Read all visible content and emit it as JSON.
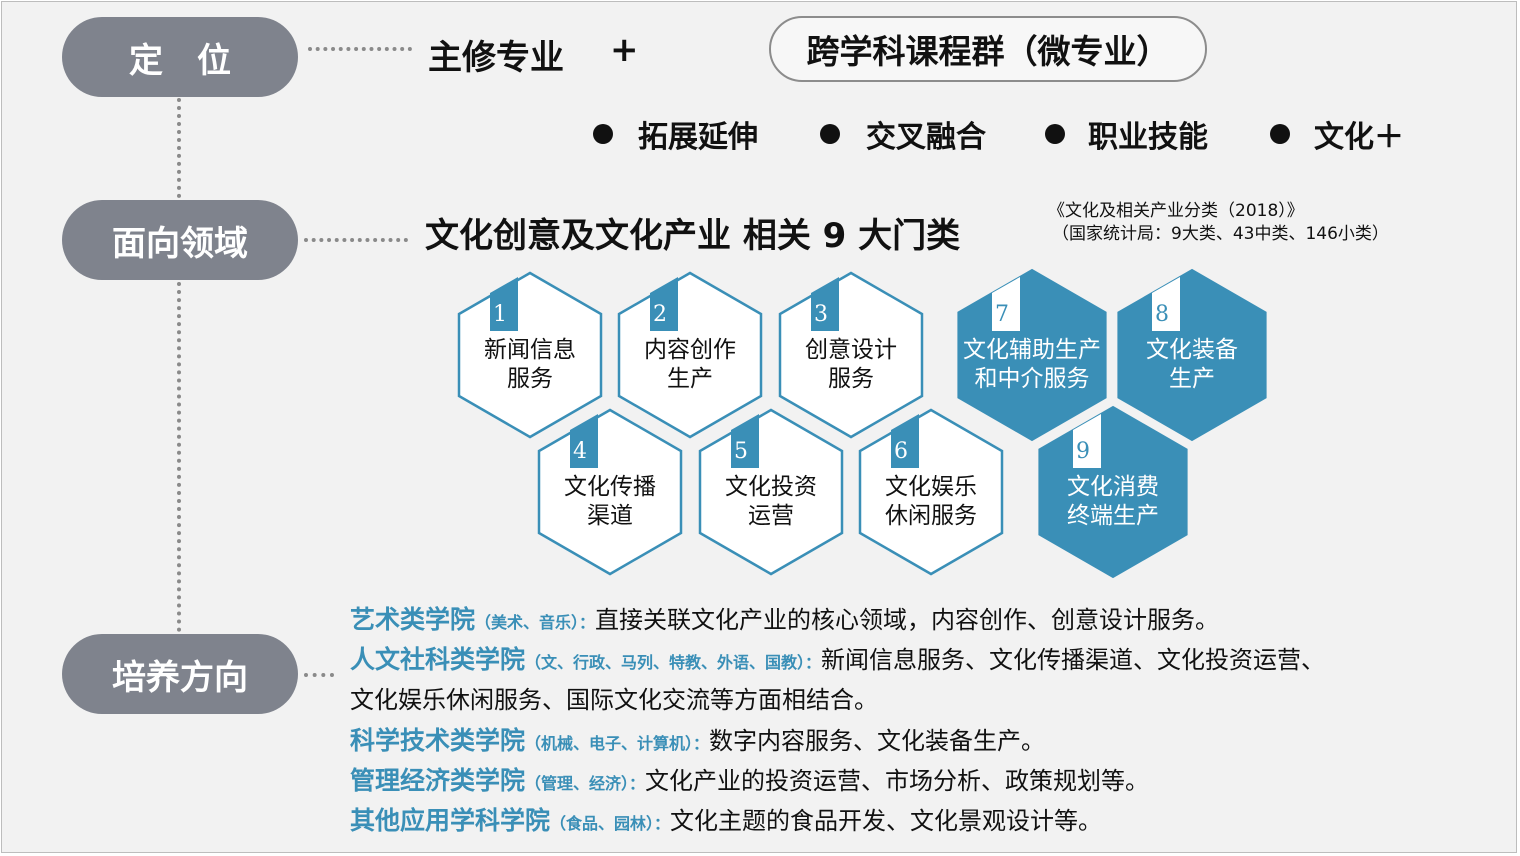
{
  "nodes": {
    "positioning": "定　位",
    "fields": "面向领域",
    "training": "培养方向"
  },
  "positioning": {
    "major": "主修专业",
    "plus": "+",
    "course_group": "跨学科课程群（微专业）",
    "features": [
      "拓展延伸",
      "交叉融合",
      "职业技能",
      "文化＋"
    ]
  },
  "fields": {
    "headline": "文化创意及文化产业 相关 9 大门类",
    "source_line1": "《文化及相关产业分类（2018）》",
    "source_line2": "（国家统计局：9大类、43中类、146小类）",
    "categories": [
      {
        "num": "1",
        "line1": "新闻信息",
        "line2": "服务",
        "style": "outline"
      },
      {
        "num": "2",
        "line1": "内容创作",
        "line2": "生产",
        "style": "outline"
      },
      {
        "num": "3",
        "line1": "创意设计",
        "line2": "服务",
        "style": "outline"
      },
      {
        "num": "4",
        "line1": "文化传播",
        "line2": "渠道",
        "style": "outline"
      },
      {
        "num": "5",
        "line1": "文化投资",
        "line2": "运营",
        "style": "outline"
      },
      {
        "num": "6",
        "line1": "文化娱乐",
        "line2": "休闲服务",
        "style": "outline"
      },
      {
        "num": "7",
        "line1": "文化辅助生产",
        "line2": "和中介服务",
        "style": "filled"
      },
      {
        "num": "8",
        "line1": "文化装备",
        "line2": "生产",
        "style": "filled"
      },
      {
        "num": "9",
        "line1": "文化消费",
        "line2": "终端生产",
        "style": "filled"
      }
    ]
  },
  "training": {
    "items": [
      {
        "college": "艺术类学院",
        "sub": "（美术、音乐）：",
        "text": "直接关联文化产业的核心领域，内容创作、创意设计服务。"
      },
      {
        "college": "人文社科类学院",
        "sub": "（文、行政、马列、特教、外语、国教）：",
        "text": "新闻信息服务、文化传播渠道、文化投资运营、",
        "continuation": "文化娱乐休闲服务、国际文化交流等方面相结合。"
      },
      {
        "college": "科学技术类学院",
        "sub": "（机械、电子、计算机）：",
        "text": "数字内容服务、文化装备生产。"
      },
      {
        "college": "管理经济类学院",
        "sub": "（管理、经济）：",
        "text": "文化产业的投资运营、市场分析、政策规划等。"
      },
      {
        "college": "其他应用学科学院",
        "sub": "（食品、园林）：",
        "text": "文化主题的食品开发、文化景观设计等。"
      }
    ]
  },
  "colors": {
    "accent": "#3a8fb7",
    "pill": "#7f838d",
    "background": "#f2f2f2"
  }
}
